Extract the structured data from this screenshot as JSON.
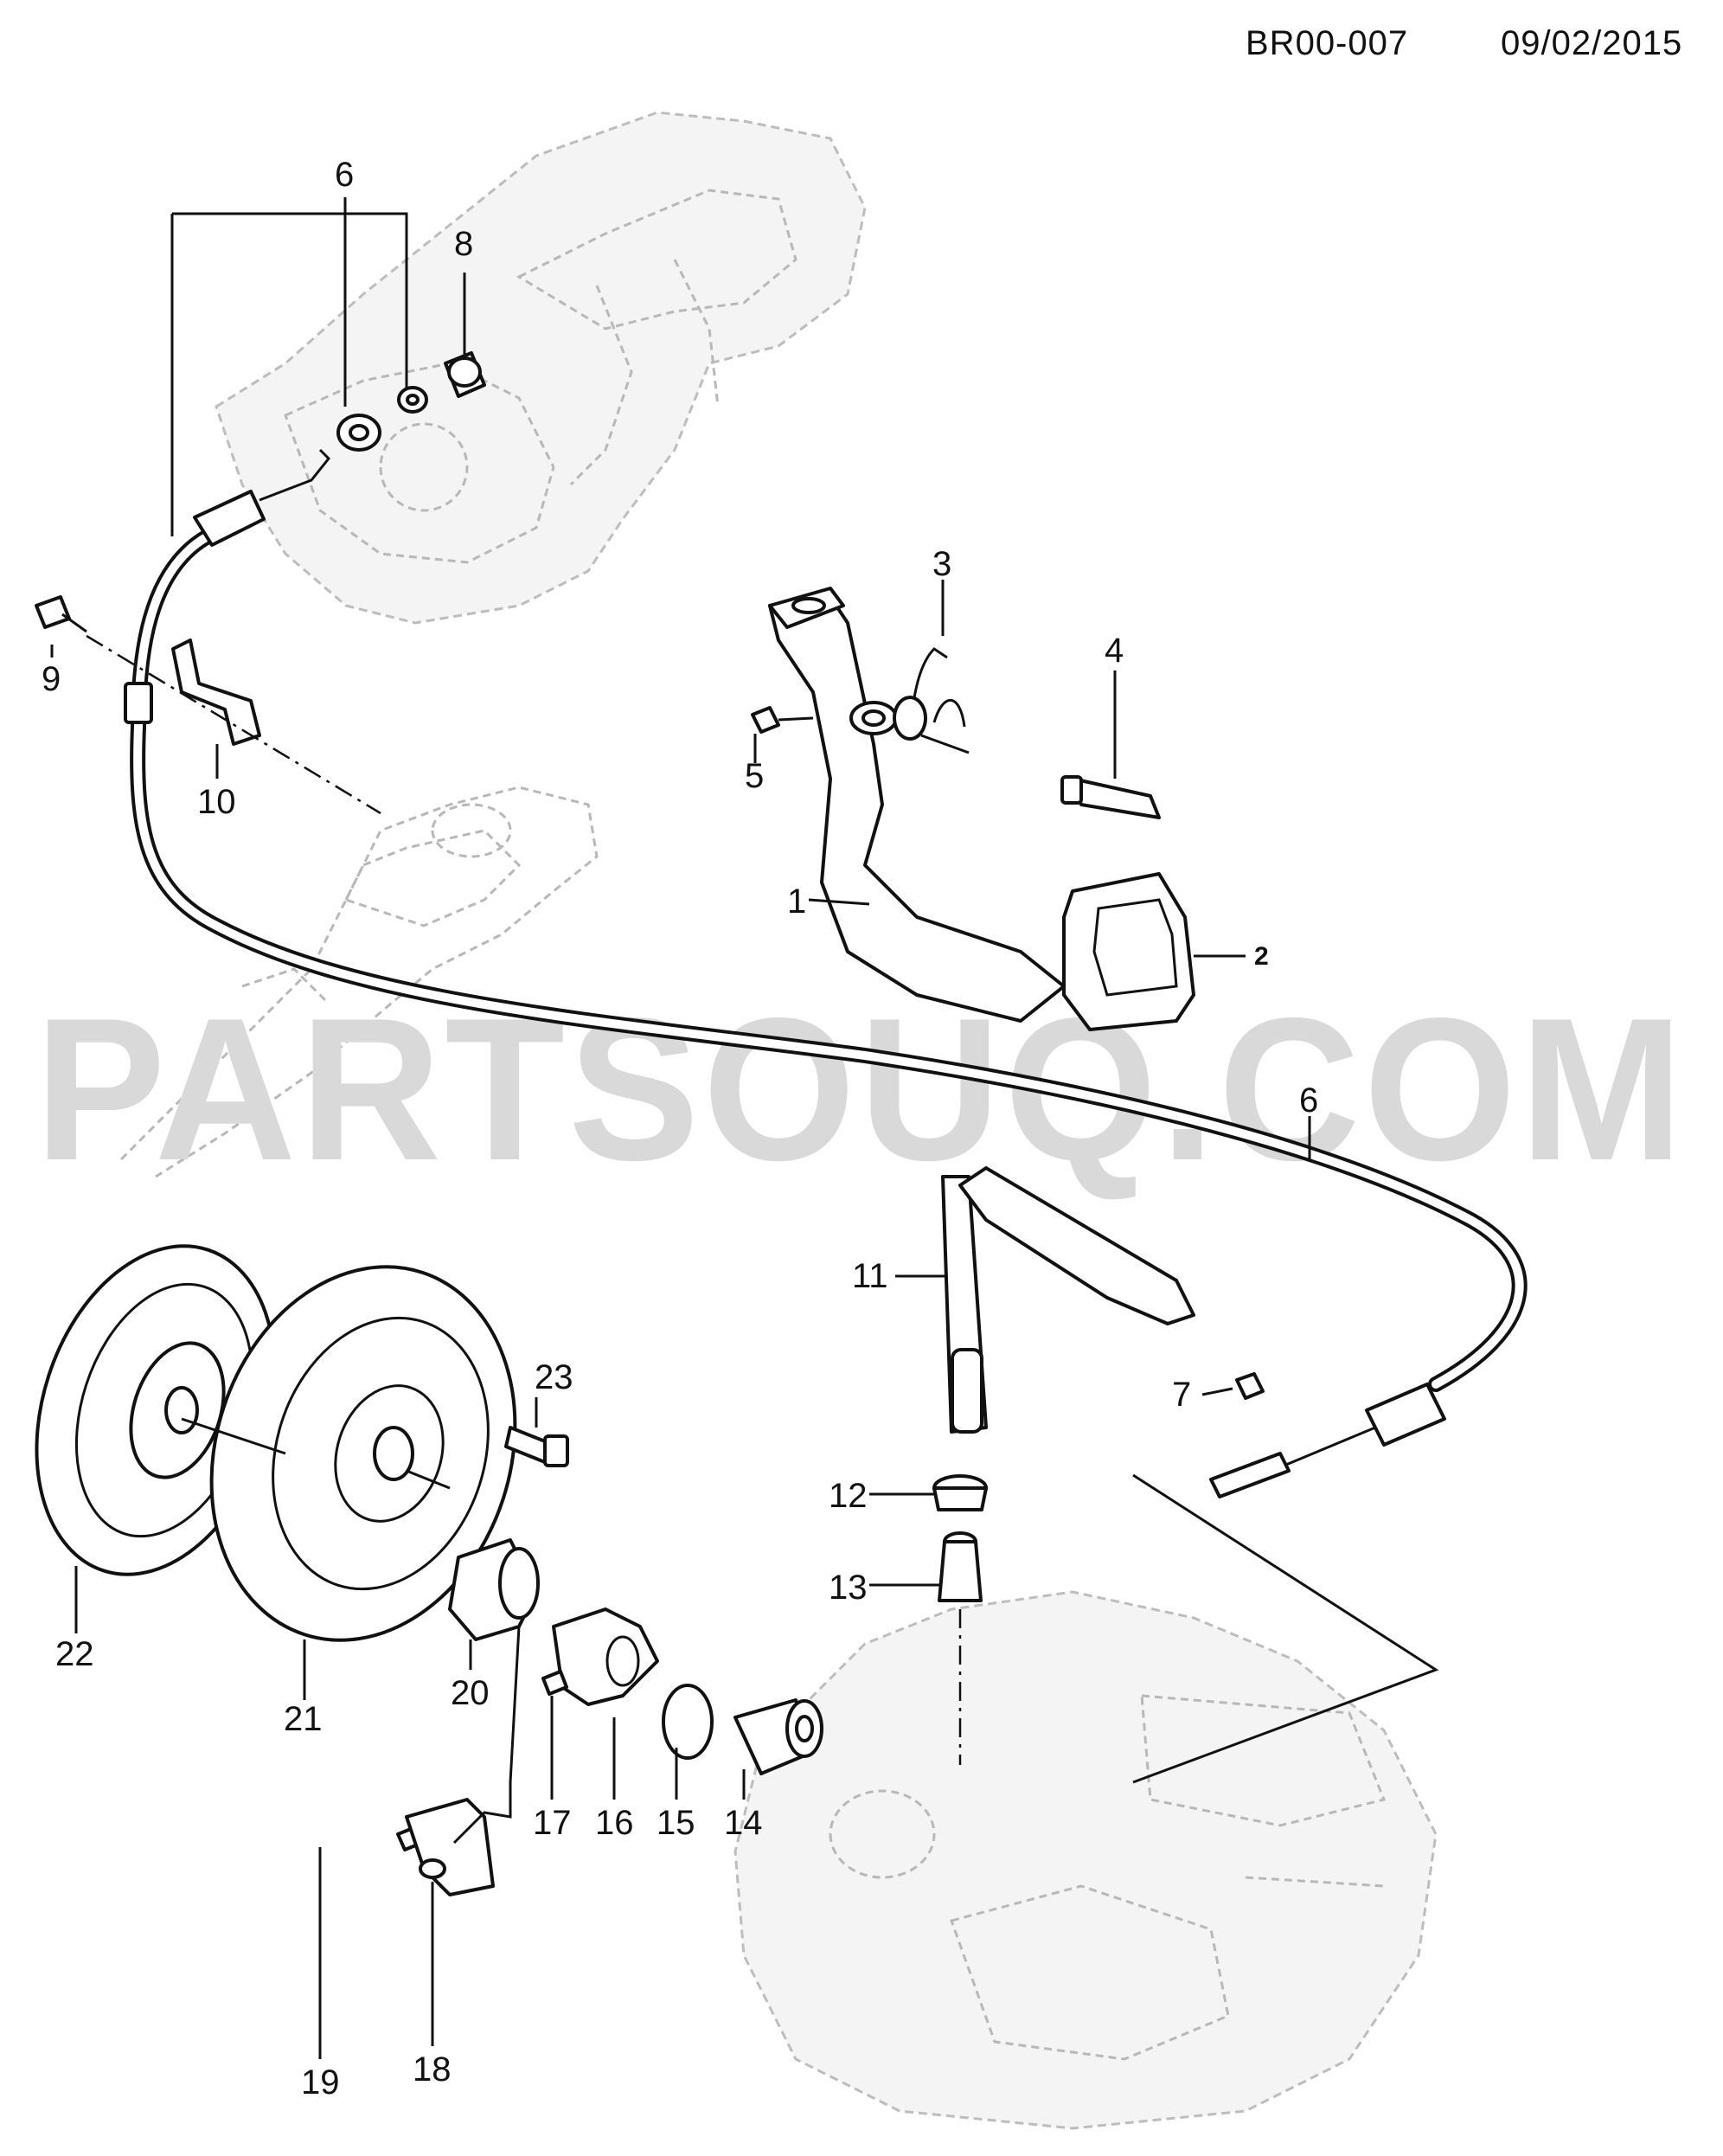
{
  "header": {
    "code": "BR00-007",
    "date": "09/02/2015"
  },
  "watermark": "PARTSOUQ.COM",
  "callouts": [
    {
      "id": "c1",
      "label": "1"
    },
    {
      "id": "c2",
      "label": "2"
    },
    {
      "id": "c3",
      "label": "3"
    },
    {
      "id": "c4",
      "label": "4"
    },
    {
      "id": "c5",
      "label": "5"
    },
    {
      "id": "c6a",
      "label": "6"
    },
    {
      "id": "c6b",
      "label": "6"
    },
    {
      "id": "c7",
      "label": "7"
    },
    {
      "id": "c8",
      "label": "8"
    },
    {
      "id": "c9",
      "label": "9"
    },
    {
      "id": "c10",
      "label": "10"
    },
    {
      "id": "c11",
      "label": "11"
    },
    {
      "id": "c12",
      "label": "12"
    },
    {
      "id": "c13",
      "label": "13"
    },
    {
      "id": "c14",
      "label": "14"
    },
    {
      "id": "c15",
      "label": "15"
    },
    {
      "id": "c16",
      "label": "16"
    },
    {
      "id": "c17",
      "label": "17"
    },
    {
      "id": "c18",
      "label": "18"
    },
    {
      "id": "c19",
      "label": "19"
    },
    {
      "id": "c20",
      "label": "20"
    },
    {
      "id": "c21",
      "label": "21"
    },
    {
      "id": "c22",
      "label": "22"
    },
    {
      "id": "c23",
      "label": "23"
    }
  ]
}
